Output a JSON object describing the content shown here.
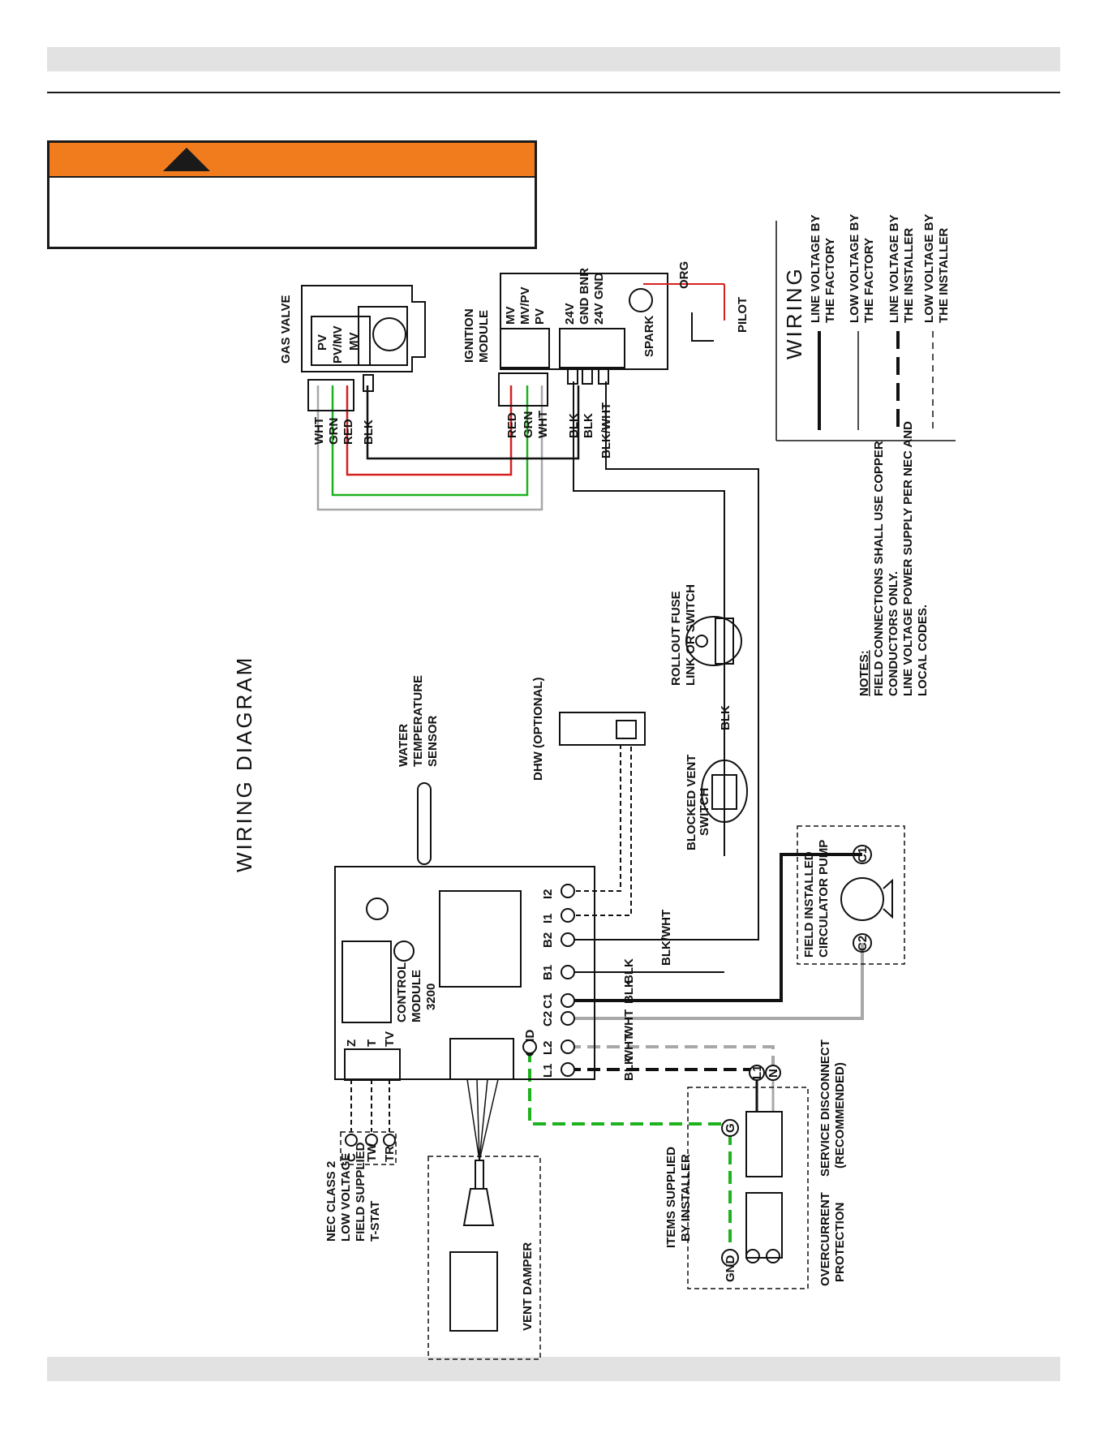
{
  "title": "WIRING DIAGRAM",
  "colors": {
    "orange": "#f07c1e",
    "green": "#1fb21f",
    "red": "#d62020",
    "gray": "#a8a8a8",
    "black": "#111111"
  },
  "warning": {
    "icon": "warning-triangle-icon"
  },
  "components": {
    "gas_valve": "GAS VALVE",
    "gas_valve_terminals": [
      "PV",
      "PV/MV",
      "MV"
    ],
    "ignition_module_1": "IGNITION",
    "ignition_module_2": "MODULE",
    "ign_terminals_a": [
      "MV",
      "MV/PV",
      "PV"
    ],
    "ign_terminals_b": [
      "24V",
      "GND BNR",
      "24V GND"
    ],
    "spark": "SPARK",
    "org": "ORG",
    "pilot": "PILOT",
    "water_sensor": [
      "WATER",
      "TEMPERATURE",
      "SENSOR"
    ],
    "dhw": "DHW (OPTIONAL)",
    "rollout": [
      "ROLLOUT FUSE",
      "LINK OR SWITCH"
    ],
    "blocked_vent": [
      "BLOCKED VENT",
      "SWITCH"
    ],
    "control_module": [
      "CONTROL",
      "MODULE",
      "3200"
    ],
    "cm_terminals": [
      "I2",
      "I1",
      "B2",
      "B1",
      "C1",
      "C2",
      "L2",
      "L1"
    ],
    "cm_gnd": "GND",
    "tstat_terminals_cm": [
      "Z",
      "T",
      "TV"
    ],
    "tstat_terminals": [
      "C",
      "TW",
      "TR"
    ],
    "tstat": [
      "NEC CLASS 2",
      "LOW VOLTAGE",
      "FIELD SUPPLIED",
      "T-STAT"
    ],
    "vent_damper": "VENT DAMPER",
    "circ_pump": [
      "FIELD INSTALLED",
      "CIRCULATOR PUMP"
    ],
    "pump_terms": [
      "C1",
      "C2"
    ],
    "items_supplied": [
      "ITEMS SUPPLIED",
      "BY INSTALLER"
    ],
    "overcurrent": [
      "OVERCURRENT",
      "PROTECTION"
    ],
    "service_disc": [
      "SERVICE DISCONNECT",
      "(RECOMMENDED)"
    ],
    "circ_terms": {
      "g": "G",
      "l1": "L1",
      "n": "N",
      "gnd": "GND"
    }
  },
  "wire_labels": {
    "gv": [
      "WHT",
      "GRN",
      "RED",
      "BLK"
    ],
    "ign": [
      "RED",
      "GRN",
      "WHT"
    ],
    "ign2": [
      "BLK",
      "BLK",
      "BLK/WHT"
    ],
    "blk": "BLK",
    "blkwht": "BLK/WHT",
    "cm_c1": "BLK",
    "cm_c2": "WHT",
    "cm_l2": "WHT",
    "cm_l1": "BLK",
    "pump_c1": "BLK",
    "pump_c2": "WHT"
  },
  "legend": {
    "title": "WIRING",
    "items": [
      [
        "LINE VOLTAGE BY",
        "THE FACTORY"
      ],
      [
        "LOW VOLTAGE BY",
        "THE FACTORY"
      ],
      [
        "LINE VOLTAGE BY",
        "THE INSTALLER"
      ],
      [
        "LOW VOLTAGE BY",
        "THE INSTALLER"
      ]
    ]
  },
  "notes": {
    "heading": "NOTES:",
    "lines": [
      "FIELD CONNECTIONS SHALL USE COPPER",
      "CONDUCTORS ONLY.",
      "LINE VOLTAGE POWER SUPPLY PER NEC AND",
      "LOCAL CODES."
    ]
  }
}
